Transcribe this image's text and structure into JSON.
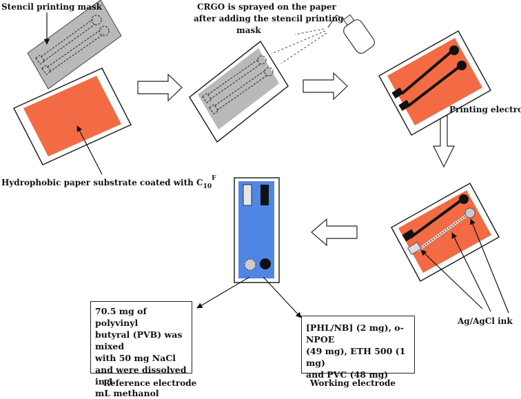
{
  "labels": {
    "stencil_mask": "Stencil printing mask",
    "crgo_line1": "CRGO is sprayed on the paper",
    "crgo_line2": "after adding the stencil printing",
    "crgo_line3": "mask",
    "printing_electrodes": "Printing electrodes",
    "hydrophobic": "Hydrophobic paper substrate coated with C",
    "hydrophobic_sub": "10",
    "hydrophobic_sup": "F",
    "ink": "Ag/AgCl ink",
    "reference_caption": "Reference electrode",
    "working_caption": "Working electrode"
  },
  "reference_box": {
    "lines": [
      "70.5 mg of polyvinyl",
      "butyral (PVB) was mixed",
      "with 50 mg NaCl",
      "and were dissolved in 1",
      "mL methanol"
    ]
  },
  "working_box": {
    "lines": [
      "[PHL/NB] (2 mg), o-NPOE",
      "(49 mg), ETH 500 (1 mg)",
      "and PVC (48 mg)"
    ]
  },
  "colors": {
    "substrate": "#f26b45",
    "mask": "#b9b9b9",
    "blue_card": "#4f86e6",
    "ink": "#111111"
  }
}
